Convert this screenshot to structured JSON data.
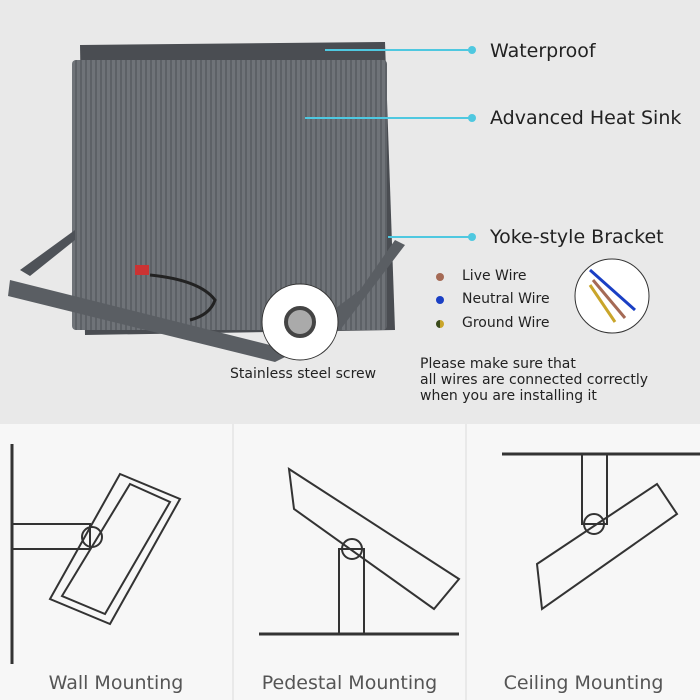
{
  "callouts": {
    "waterproof": "Waterproof",
    "heat_sink": "Advanced Heat Sink",
    "bracket": "Yoke-style Bracket"
  },
  "screw_label": "Stainless steel screw",
  "wires": [
    {
      "label": "Live Wire",
      "color": "#a56a55"
    },
    {
      "label": "Neutral Wire",
      "color": "#1a3fc4"
    },
    {
      "label": "Ground Wire",
      "color": "#c9a52a"
    }
  ],
  "note": [
    "Please make sure that",
    "all wires are connected correctly",
    "when you are installing it"
  ],
  "mountings": [
    "Wall Mounting",
    "Pedestal Mounting",
    "Ceiling Mounting"
  ],
  "accent": "#4fc8e0"
}
